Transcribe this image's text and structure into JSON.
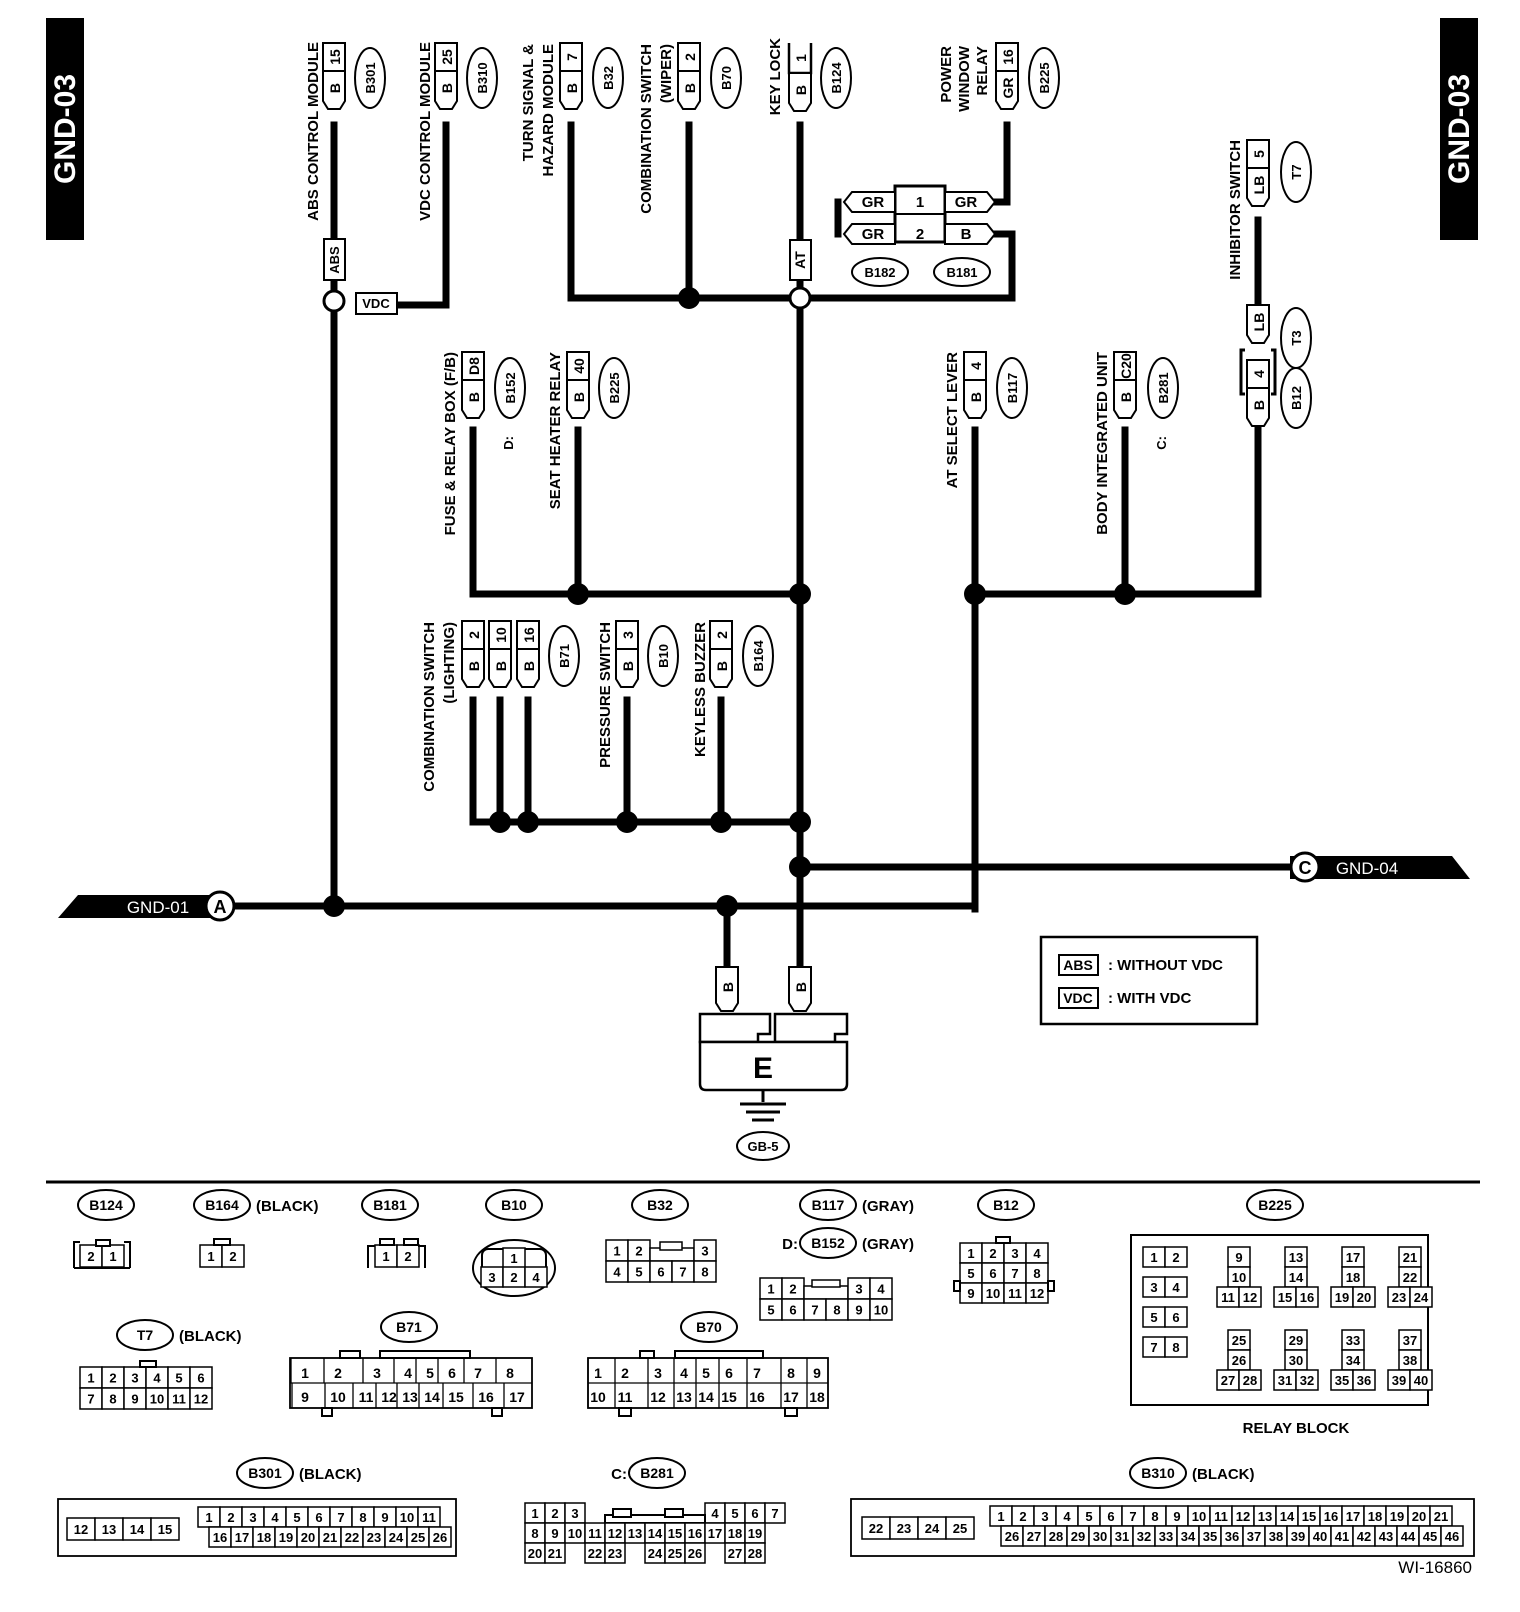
{
  "tags": {
    "left": "GND-03",
    "right": "GND-03"
  },
  "code": "WI-16860",
  "ground": {
    "label": "E",
    "point": "GB-5"
  },
  "offpage": [
    {
      "letter": "A",
      "text": "GND-01"
    },
    {
      "letter": "C",
      "text": "GND-04"
    }
  ],
  "legend": [
    {
      "code": "ABS",
      "text": ": WITHOUT VDC"
    },
    {
      "code": "VDC",
      "text": ": WITH VDC"
    }
  ],
  "inline_labels": {
    "abs": "ABS",
    "vdc": "VDC",
    "at": "AT"
  },
  "joint": {
    "rows": [
      {
        "pin": "1",
        "left": "GR",
        "right": "GR"
      },
      {
        "pin": "2",
        "left": "GR",
        "right": "B"
      }
    ],
    "connectors": [
      "B182",
      "B181"
    ]
  },
  "components": [
    {
      "name": "ABS CONTROL MODULE",
      "color": "B",
      "pin": "15",
      "conn": "B301"
    },
    {
      "name": "VDC CONTROL MODULE",
      "color": "B",
      "pin": "25",
      "conn": "B310"
    },
    {
      "name": "TURN SIGNAL &",
      "name2": "HAZARD MODULE",
      "color": "B",
      "pin": "7",
      "conn": "B32"
    },
    {
      "name": "COMBINATION SWITCH",
      "name2": "(WIPER)",
      "color": "B",
      "pin": "2",
      "conn": "B70"
    },
    {
      "name": "KEY LOCK",
      "color": "B",
      "pin": "1",
      "conn": "B124"
    },
    {
      "name": "POWER",
      "name2": "WINDOW",
      "name3": "RELAY",
      "color": "GR",
      "pin": "16",
      "conn": "B225"
    },
    {
      "name": "INHIBITOR SWITCH",
      "color": "LB",
      "pin": "5",
      "conn": "T7",
      "color2": "LB",
      "conn2": "T3",
      "color3": "B",
      "pin3": "4",
      "conn3": "B12"
    },
    {
      "name": "FUSE & RELAY BOX (F/B)",
      "color": "B",
      "pin": "D8",
      "conn": "B152",
      "prefix": "D:"
    },
    {
      "name": "SEAT HEATER RELAY",
      "color": "B",
      "pin": "40",
      "conn": "B225"
    },
    {
      "name": "AT SELECT LEVER",
      "color": "B",
      "pin": "4",
      "conn": "B117"
    },
    {
      "name": "BODY INTEGRATED UNIT",
      "color": "B",
      "pin": "C20",
      "conn": "B281",
      "prefix": "C:"
    },
    {
      "name": "COMBINATION SWITCH",
      "name2": "(LIGHTING)",
      "color": "B",
      "pins": [
        "2",
        "10",
        "16"
      ],
      "conn": "B71"
    },
    {
      "name": "PRESSURE SWITCH",
      "color": "B",
      "pin": "3",
      "conn": "B10"
    },
    {
      "name": "KEYLESS BUZZER",
      "color": "B",
      "pin": "2",
      "conn": "B164"
    },
    {
      "name": "GROUND E",
      "color": "B",
      "color_b": "B"
    }
  ],
  "connector_views": [
    {
      "id": "B124",
      "rows": [
        [
          "2",
          "1"
        ]
      ]
    },
    {
      "id": "B164",
      "note": "(BLACK)",
      "rows": [
        [
          "1",
          "2"
        ]
      ]
    },
    {
      "id": "B181",
      "rows": [
        [
          "1",
          "2"
        ]
      ]
    },
    {
      "id": "B10",
      "rows": [
        [
          "1"
        ],
        [
          "3",
          "2",
          "4"
        ]
      ]
    },
    {
      "id": "B32",
      "rows": [
        [
          "1",
          "2",
          "3"
        ],
        [
          "4",
          "5",
          "6",
          "7",
          "8"
        ]
      ]
    },
    {
      "id": "B117",
      "note": "(GRAY)",
      "id2": "B152",
      "prefix2": "D:",
      "note2": "(GRAY)",
      "rows": [
        [
          "1",
          "2",
          "3",
          "4"
        ],
        [
          "5",
          "6",
          "7",
          "8",
          "9",
          "10"
        ]
      ]
    },
    {
      "id": "B12",
      "rows": [
        [
          "1",
          "2",
          "3",
          "4"
        ],
        [
          "5",
          "6",
          "7",
          "8"
        ],
        [
          "9",
          "10",
          "11",
          "12"
        ]
      ]
    },
    {
      "id": "B225",
      "caption": "RELAY BLOCK",
      "pins": [
        "1",
        "2",
        "3",
        "4",
        "5",
        "6",
        "7",
        "8",
        "9",
        "10",
        "11",
        "12",
        "13",
        "14",
        "15",
        "16",
        "17",
        "18",
        "19",
        "20",
        "21",
        "22",
        "23",
        "24",
        "25",
        "26",
        "27",
        "28",
        "29",
        "30",
        "31",
        "32",
        "33",
        "34",
        "35",
        "36",
        "37",
        "38",
        "39",
        "40"
      ]
    },
    {
      "id": "T7",
      "note": "(BLACK)",
      "rows": [
        [
          "1",
          "2",
          "3",
          "4",
          "5",
          "6"
        ],
        [
          "7",
          "8",
          "9",
          "10",
          "11",
          "12"
        ]
      ]
    },
    {
      "id": "B71",
      "rows": [
        [
          "1",
          "2",
          "3",
          "4",
          "5",
          "6",
          "7",
          "8"
        ],
        [
          "9",
          "10",
          "11",
          "12",
          "13",
          "14",
          "15",
          "16",
          "17"
        ]
      ]
    },
    {
      "id": "B70",
      "rows": [
        [
          "1",
          "2",
          "3",
          "4",
          "5",
          "6",
          "7",
          "8",
          "9"
        ],
        [
          "10",
          "11",
          "12",
          "13",
          "14",
          "15",
          "16",
          "17",
          "18"
        ]
      ]
    },
    {
      "id": "B301",
      "note": "(BLACK)",
      "rows": [
        [
          "12",
          "13",
          "14",
          "15"
        ],
        [
          "1",
          "2",
          "3",
          "4",
          "5",
          "6",
          "7",
          "8",
          "9",
          "10",
          "11"
        ],
        [
          "16",
          "17",
          "18",
          "19",
          "20",
          "21",
          "22",
          "23",
          "24",
          "25",
          "26"
        ]
      ]
    },
    {
      "id": "B281",
      "prefix": "C:",
      "rows": [
        [
          "1",
          "2",
          "3",
          "4",
          "5",
          "6",
          "7"
        ],
        [
          "8",
          "9",
          "10",
          "11",
          "12",
          "13",
          "14",
          "15",
          "16",
          "17",
          "18",
          "19"
        ],
        [
          "20",
          "21",
          "22",
          "23",
          "24",
          "25",
          "26",
          "27",
          "28"
        ]
      ]
    },
    {
      "id": "B310",
      "note": "(BLACK)",
      "rows": [
        [
          "22",
          "23",
          "24",
          "25"
        ],
        [
          "1",
          "2",
          "3",
          "4",
          "5",
          "6",
          "7",
          "8",
          "9",
          "10",
          "11",
          "12",
          "13",
          "14",
          "15",
          "16",
          "17",
          "18",
          "19",
          "20",
          "21"
        ],
        [
          "26",
          "27",
          "28",
          "29",
          "30",
          "31",
          "32",
          "33",
          "34",
          "35",
          "36",
          "37",
          "38",
          "39",
          "40",
          "41",
          "42",
          "43",
          "44",
          "45",
          "46"
        ]
      ]
    }
  ]
}
